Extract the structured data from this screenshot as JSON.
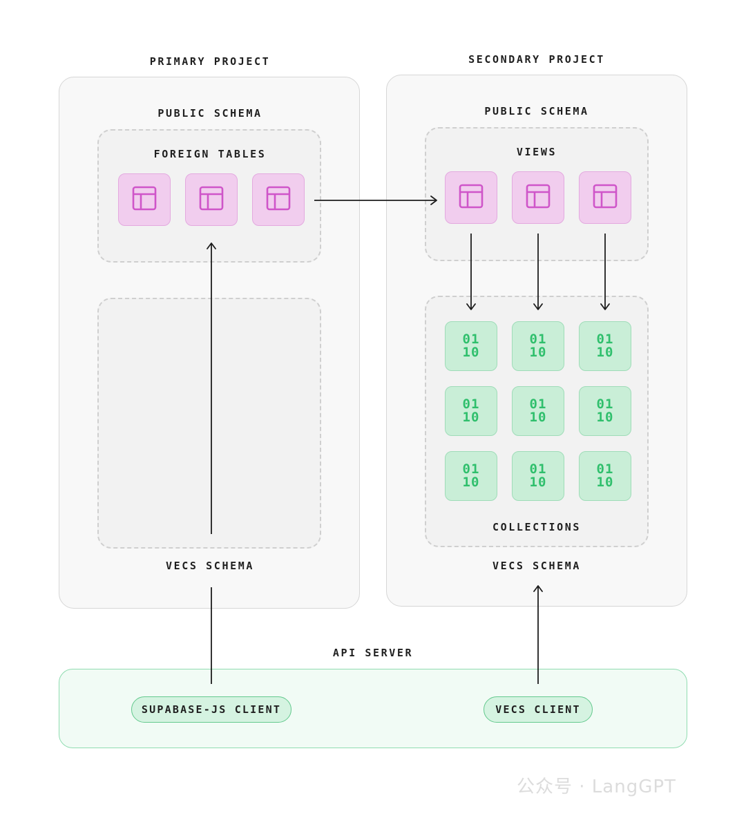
{
  "primary": {
    "title": "PRIMARY PROJECT",
    "public_schema": "PUBLIC SCHEMA",
    "foreign_tables": "FOREIGN TABLES",
    "vecs_schema": "VECS SCHEMA"
  },
  "secondary": {
    "title": "SECONDARY PROJECT",
    "public_schema": "PUBLIC SCHEMA",
    "views": "VIEWS",
    "collections": "COLLECTIONS",
    "vecs_schema": "VECS SCHEMA"
  },
  "api": {
    "title": "API SERVER",
    "supabase_client": "SUPABASE-JS CLIENT",
    "vecs_client": "VECS CLIENT"
  },
  "vector_glyph": {
    "top": "01",
    "bottom": "10"
  },
  "watermark": "公众号 · LangGPT",
  "colors": {
    "table_tile": "#f1cdee",
    "table_icon": "#cf55c9",
    "vector_tile": "#c9eed7",
    "vector_text": "#2fbf6c",
    "api_border": "#8fdcb0"
  },
  "icons": {
    "table": "table-grid-icon",
    "vector": "binary-vector-icon"
  }
}
